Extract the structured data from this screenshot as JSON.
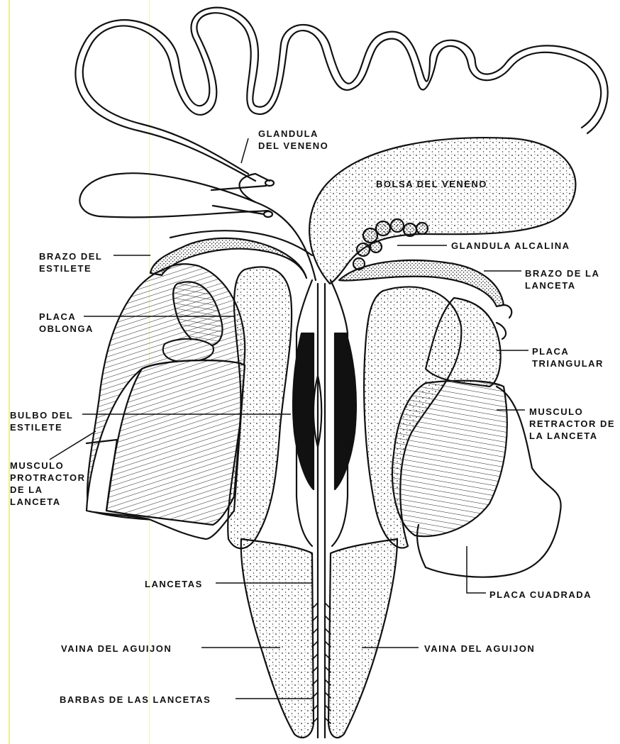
{
  "colors": {
    "ink": "#111111",
    "paper": "#ffffff",
    "margin_line": "#f2e88a"
  },
  "labels": {
    "glandula_del_veneno": [
      "GLANDULA",
      "DEL VENENO"
    ],
    "bolsa_del_veneno": "BOLSA DEL VENENO",
    "glandula_alcalina": "GLANDULA ALCALINA",
    "brazo_del_estilete": [
      "BRAZO DEL",
      "ESTILETE"
    ],
    "brazo_de_la_lanceta": [
      "BRAZO DE LA",
      "LANCETA"
    ],
    "placa_oblonga": [
      "PLACA",
      "OBLONGA"
    ],
    "placa_triangular": [
      "PLACA",
      "TRIANGULAR"
    ],
    "bulbo_del_estilete": [
      "BULBO DEL",
      "ESTILETE"
    ],
    "musculo_retractor": [
      "MUSCULO",
      "RETRACTOR DE",
      "LA LANCETA"
    ],
    "musculo_protractor": [
      "MUSCULO",
      "PROTRACTOR",
      "DE LA",
      "LANCETA"
    ],
    "lancetas": "LANCETAS",
    "placa_cuadrada": "PLACA CUADRADA",
    "vaina_left": "VAINA DEL AGUIJON",
    "vaina_right": "VAINA DEL AGUIJON",
    "barbas": "BARBAS DE LAS LANCETAS"
  }
}
